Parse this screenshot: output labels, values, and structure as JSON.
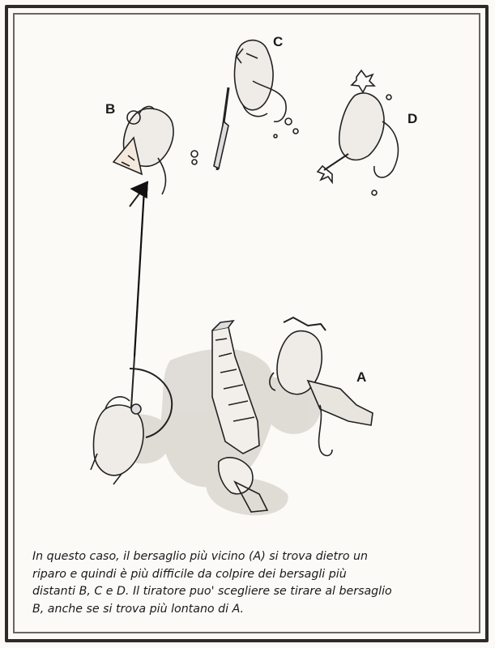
{
  "labels": {
    "a": "A",
    "b": "B",
    "c": "C",
    "d": "D"
  },
  "caption": "In questo caso, il bersaglio più vicino (A) si trova dietro un\nriparo e quindi è più difficile da colpire dei bersagli più\ndistanti B, C e D. Il tiratore puo' scegliere se tirare al bersaglio\nB, anche se si trova più lontano di A.",
  "colors": {
    "ink": "#1a1a1a",
    "frame": "#2e2a26",
    "shadow": "#cfcac4"
  },
  "figures": [
    "crossbowman",
    "target-a-behind-wall",
    "target-b",
    "target-c",
    "target-d"
  ]
}
